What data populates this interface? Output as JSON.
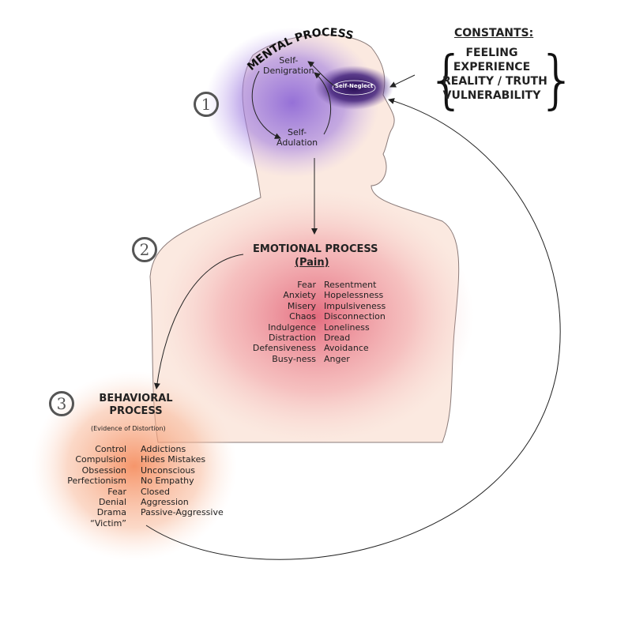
{
  "mental": {
    "number": "1",
    "title": "MENTAL PROCESS",
    "denigration": "Self-\nDenigration",
    "adulation": "Self-\nAdulation",
    "neglect": "Self-Neglect",
    "color": "#8a63d6"
  },
  "constants": {
    "title": "CONSTANTS:",
    "items": [
      "FEELING",
      "EXPERIENCE",
      "REALITY / TRUTH",
      "VULNERABILITY"
    ]
  },
  "emotional": {
    "number": "2",
    "title": "EMOTIONAL PROCESS",
    "subtitle": "(Pain)",
    "color": "#e0566e",
    "left": [
      "Fear",
      "Anxiety",
      "Misery",
      "Chaos",
      "Indulgence",
      "Distraction",
      "Defensiveness",
      "Busy-ness"
    ],
    "right": [
      "Resentment",
      "Hopelessness",
      "Impulsiveness",
      "Disconnection",
      "Loneliness",
      "Dread",
      "Avoidance",
      "Anger"
    ]
  },
  "behavioral": {
    "number": "3",
    "title": "BEHAVIORAL\nPROCESS",
    "subtitle": "(Evidence of Distortion)",
    "color": "#f59a6e",
    "left": [
      "Control",
      "Compulsion",
      "Obsession",
      "Perfectionism",
      "Fear",
      "Denial",
      "Drama",
      "“Victim”"
    ],
    "right": [
      "Addictions",
      "Hides Mistakes",
      "Unconscious",
      "No Empathy",
      "Closed",
      "Aggression",
      "Passive-Aggressive"
    ]
  }
}
